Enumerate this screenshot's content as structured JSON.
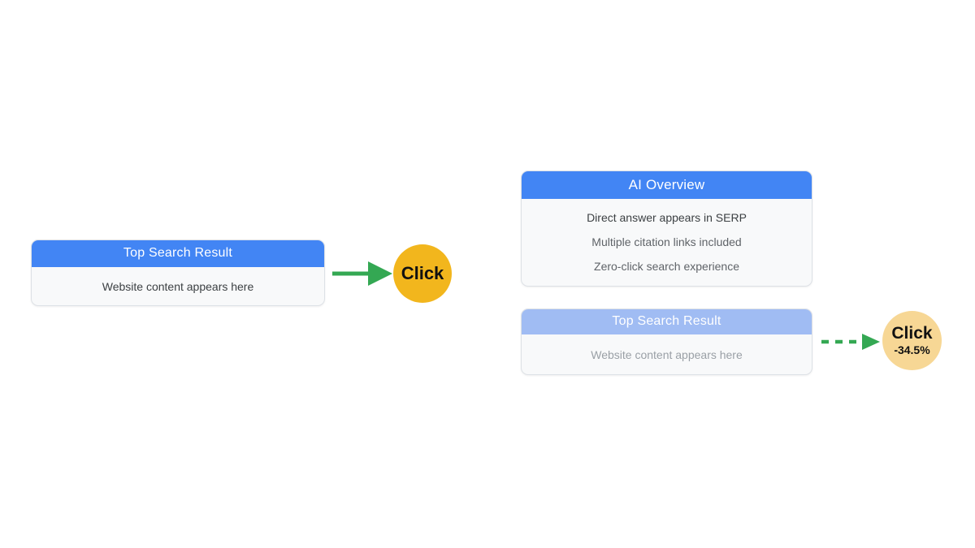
{
  "colors": {
    "header_blue": "#4285f4",
    "header_blue_faded": "#a0bcf3",
    "card_body_bg": "#f8f9fa",
    "arrow_green": "#34a853",
    "circle_yellow": "#f2b61d",
    "circle_yellow_faded": "#f7d795",
    "body_text_dark": "#3c4043",
    "body_text_light": "#9aa0a6"
  },
  "left_panel": {
    "card": {
      "header": "Top Search Result",
      "body": "Website content appears here"
    },
    "click_badge": "Click"
  },
  "right_panel": {
    "ai_card": {
      "header": "AI Overview",
      "lines": [
        "Direct answer appears in SERP",
        "Multiple citation links included",
        "Zero-click search experience"
      ]
    },
    "faded_card": {
      "header": "Top Search Result",
      "body": "Website content appears here"
    },
    "click_badge": "Click",
    "click_delta": "-34.5%"
  }
}
